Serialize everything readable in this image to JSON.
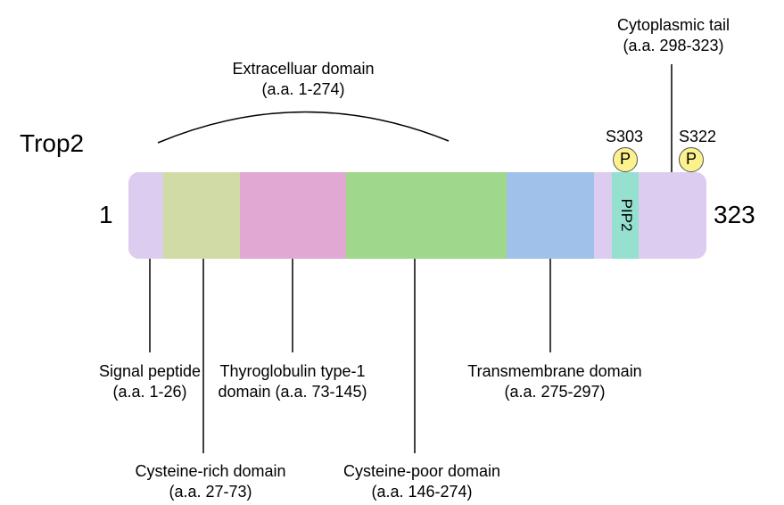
{
  "protein": {
    "name": "Trop2",
    "start": "1",
    "end": "323"
  },
  "extracellular": {
    "line1": "Extracelluar domain",
    "line2": "(a.a. 1-274)"
  },
  "cytoplasmic": {
    "line1": "Cytoplasmic tail",
    "line2": "(a.a. 298-323)"
  },
  "sites": [
    {
      "label": "S303",
      "badge": "P"
    },
    {
      "label": "S322",
      "badge": "P"
    }
  ],
  "pip2": "PIP2",
  "domains": [
    {
      "line1": "Signal peptide",
      "line2": "(a.a. 1-26)",
      "color": "#dccdf0"
    },
    {
      "line1": "Cysteine-rich domain",
      "line2": "(a.a. 27-73)",
      "color": "#d1dba6"
    },
    {
      "line1": "Thyroglobulin type-1",
      "line2": "domain (a.a. 73-145)",
      "color": "#e0a8d2"
    },
    {
      "line1": "Cysteine-poor domain",
      "line2": "(a.a. 146-274)",
      "color": "#9fd88c"
    },
    {
      "line1": "Transmembrane domain",
      "line2": "(a.a. 275-297)",
      "color": "#9fc1ea"
    }
  ],
  "colors": {
    "bar_background": "#dccdf0",
    "pip2": "#95e0cf",
    "phospho_badge": "#fbf28e"
  }
}
